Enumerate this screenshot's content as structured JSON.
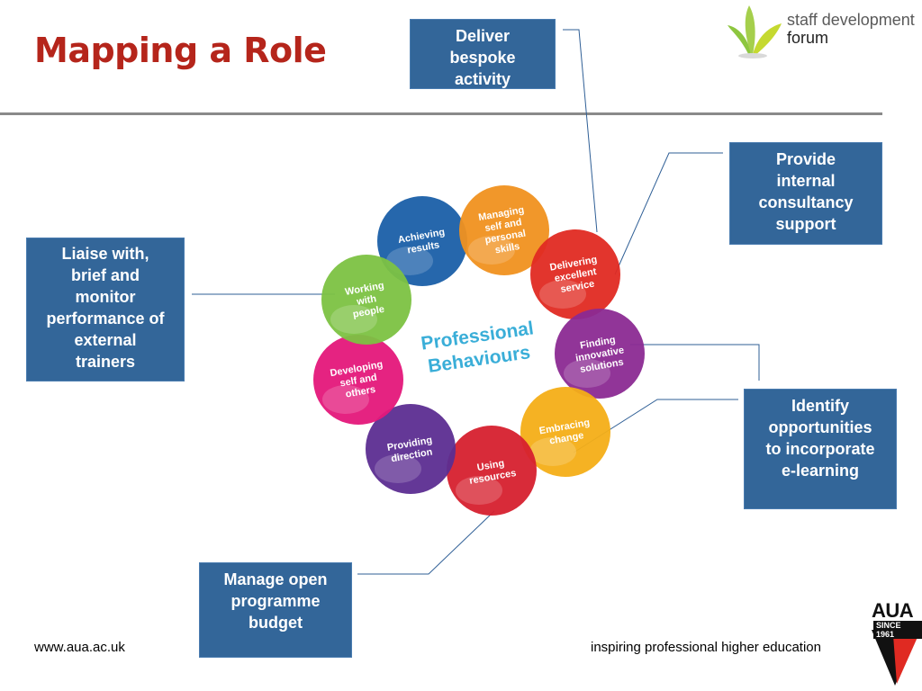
{
  "title": "Mapping a Role",
  "logo": {
    "line1": "staff development",
    "line2": "forum"
  },
  "boxes": {
    "deliver": "Deliver bespoke activity",
    "provide": "Provide internal consultancy support",
    "liaise": "Liaise with, brief and monitor performance of external trainers",
    "identify": "Identify opportunities to incorporate e-learning",
    "manage": "Manage open programme budget"
  },
  "wheel": {
    "center_label_1": "Professional",
    "center_label_2": "Behaviours",
    "circles": [
      {
        "id": "achieving",
        "color": "#1a5fa8",
        "lines": [
          "Achieving",
          "results"
        ]
      },
      {
        "id": "managing",
        "color": "#f0911f",
        "lines": [
          "Managing",
          "self and",
          "personal",
          "skills"
        ]
      },
      {
        "id": "delivering",
        "color": "#e02a22",
        "lines": [
          "Delivering",
          "excellent",
          "service"
        ]
      },
      {
        "id": "finding",
        "color": "#8b2a92",
        "lines": [
          "Finding",
          "innovative",
          "solutions"
        ]
      },
      {
        "id": "embracing",
        "color": "#f4ae17",
        "lines": [
          "Embracing",
          "change"
        ]
      },
      {
        "id": "using",
        "color": "#d6202e",
        "lines": [
          "Using",
          "resources"
        ]
      },
      {
        "id": "providing",
        "color": "#5c2d91",
        "lines": [
          "Providing",
          "direction"
        ]
      },
      {
        "id": "developing",
        "color": "#e4177a",
        "lines": [
          "Developing",
          "self and",
          "others"
        ]
      },
      {
        "id": "working",
        "color": "#7cc242",
        "lines": [
          "Working",
          "with",
          "people"
        ]
      }
    ]
  },
  "footer": {
    "url": "www.aua.ac.uk",
    "tagline": "inspiring professional higher education"
  },
  "aua": {
    "name": "AUA",
    "since": "SINCE 1961"
  },
  "colors": {
    "title": "#b5251b",
    "box": "#336699",
    "rule": "#8a8a8a",
    "accent_leaf": "#8dc63f"
  }
}
